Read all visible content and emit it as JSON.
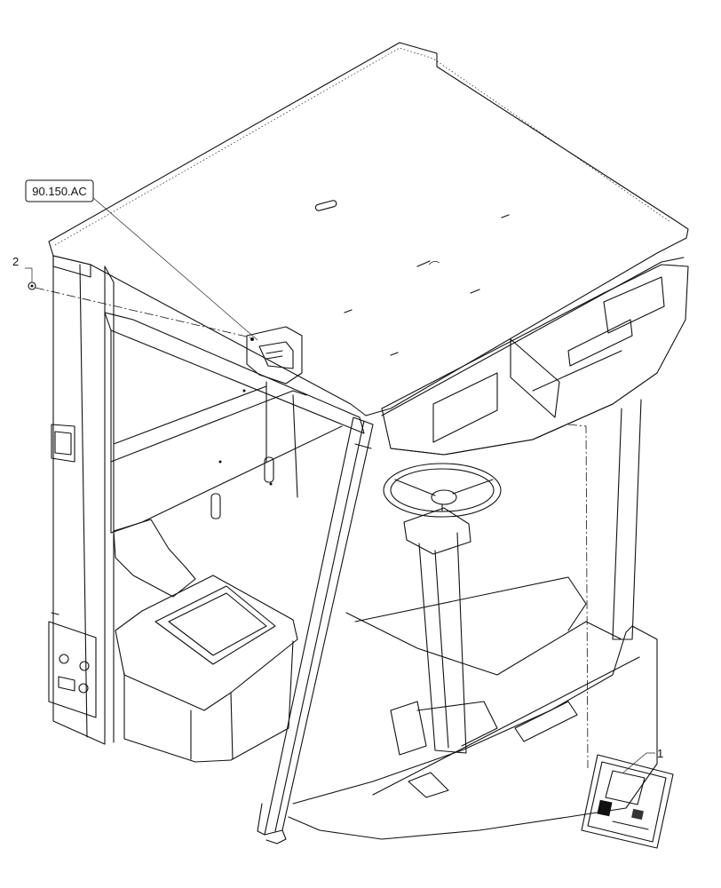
{
  "reference_box": {
    "label": "90.150.AC"
  },
  "callouts": [
    {
      "number": "1"
    },
    {
      "number": "2"
    }
  ]
}
